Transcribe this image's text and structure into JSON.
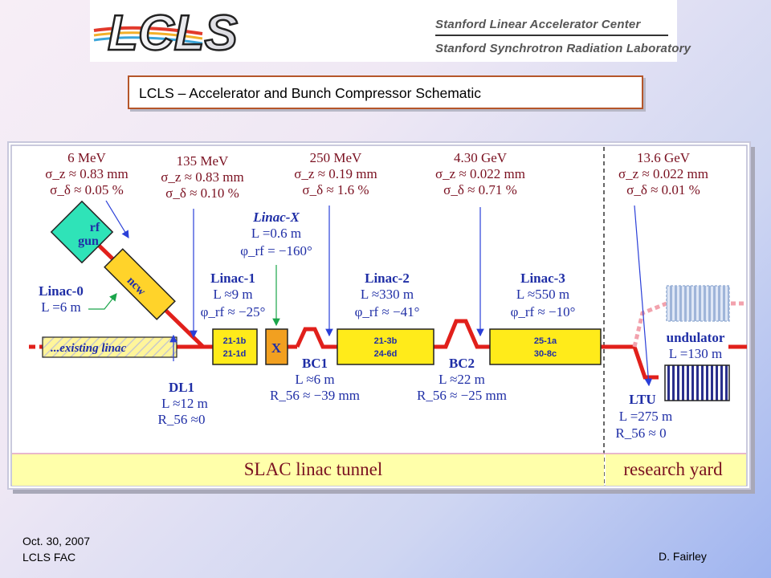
{
  "header": {
    "logo_text": "LCLS",
    "lab1": "Stanford Linear Accelerator Center",
    "lab2": "Stanford Synchrotron Radiation Laboratory"
  },
  "slide_title": "LCLS – Accelerator and Bunch Compressor Schematic",
  "diagram": {
    "stages": [
      {
        "energy": "6 MeV",
        "sigma_z": "σ_z ≈ 0.83 mm",
        "sigma_d": "σ_δ ≈ 0.05 %"
      },
      {
        "energy": "135 MeV",
        "sigma_z": "σ_z ≈ 0.83 mm",
        "sigma_d": "σ_δ ≈ 0.10 %"
      },
      {
        "energy": "250 MeV",
        "sigma_z": "σ_z ≈ 0.19 mm",
        "sigma_d": "σ_δ ≈ 1.6 %"
      },
      {
        "energy": "4.30 GeV",
        "sigma_z": "σ_z ≈ 0.022 mm",
        "sigma_d": "σ_δ ≈ 0.71 %"
      },
      {
        "energy": "13.6 GeV",
        "sigma_z": "σ_z ≈ 0.022 mm",
        "sigma_d": "σ_δ ≈ 0.01 %"
      }
    ],
    "rf_gun": {
      "line1": "rf",
      "line2": "gun"
    },
    "ncw": "ncw",
    "linac0": {
      "name": "Linac-0",
      "length": "L =6 m"
    },
    "existing": "...existing linac",
    "linac_x": {
      "name": "Linac-X",
      "length": "L =0.6 m",
      "phase": "φ_rf = −160°"
    },
    "linac1": {
      "name": "Linac-1",
      "length": "L ≈9 m",
      "phase": "φ_rf ≈ −25°",
      "sectors": [
        "21-1b",
        "21-1d"
      ]
    },
    "x_label": "X",
    "linac2": {
      "name": "Linac-2",
      "length": "L ≈330 m",
      "phase": "φ_rf ≈ −41°",
      "sectors": [
        "21-3b",
        "24-6d"
      ]
    },
    "linac3": {
      "name": "Linac-3",
      "length": "L ≈550 m",
      "phase": "φ_rf ≈ −10°",
      "sectors": [
        "25-1a",
        "30-8c"
      ]
    },
    "dl1": {
      "name": "DL1",
      "length": "L ≈12 m",
      "r56": "R_56 ≈0"
    },
    "bc1": {
      "name": "BC1",
      "length": "L ≈6 m",
      "r56": "R_56 ≈ −39 mm"
    },
    "bc2": {
      "name": "BC2",
      "length": "L ≈22 m",
      "r56": "R_56 ≈ −25 mm"
    },
    "undulator": {
      "name": "undulator",
      "length": "L =130 m"
    },
    "ltu": {
      "name": "LTU",
      "length": "L =275 m",
      "r56": "R_56 ≈ 0"
    },
    "tunnel": "SLAC linac tunnel",
    "yard": "research yard"
  },
  "footer": {
    "date": "Oct. 30, 2007",
    "org": "LCLS FAC",
    "author": "D. Fairley"
  }
}
